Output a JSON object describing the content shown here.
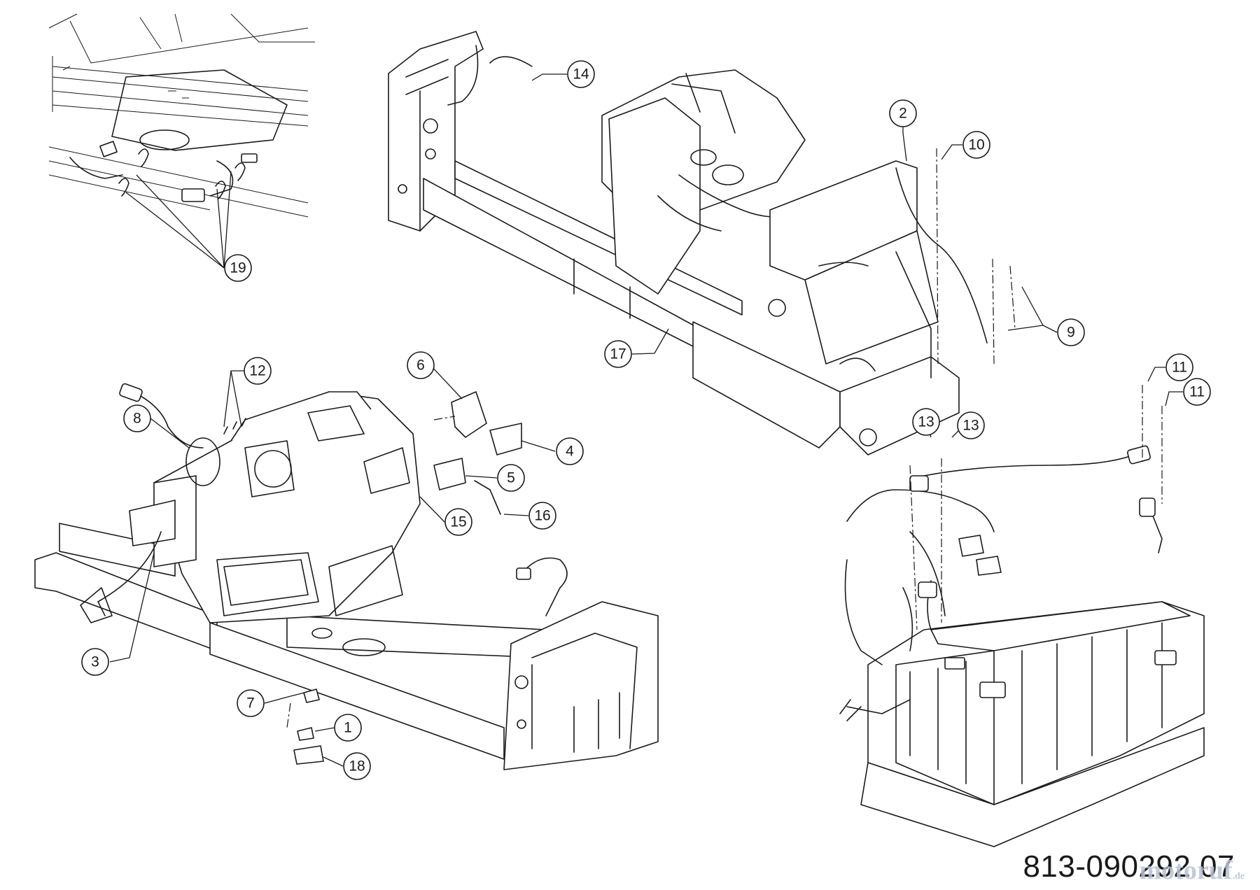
{
  "document": {
    "part_number": "813-090292 07",
    "watermark_text": "motoruf",
    "watermark_suffix": ".de"
  },
  "callouts": [
    {
      "id": "1",
      "label": "1"
    },
    {
      "id": "2",
      "label": "2"
    },
    {
      "id": "3",
      "label": "3"
    },
    {
      "id": "4",
      "label": "4"
    },
    {
      "id": "5",
      "label": "5"
    },
    {
      "id": "6",
      "label": "6"
    },
    {
      "id": "7",
      "label": "7"
    },
    {
      "id": "8",
      "label": "8"
    },
    {
      "id": "9",
      "label": "9"
    },
    {
      "id": "10",
      "label": "10"
    },
    {
      "id": "11a",
      "label": "11"
    },
    {
      "id": "11b",
      "label": "11"
    },
    {
      "id": "12",
      "label": "12"
    },
    {
      "id": "13a",
      "label": "13"
    },
    {
      "id": "13b",
      "label": "13"
    },
    {
      "id": "14",
      "label": "14"
    },
    {
      "id": "15",
      "label": "15"
    },
    {
      "id": "16",
      "label": "16"
    },
    {
      "id": "17",
      "label": "17"
    },
    {
      "id": "18",
      "label": "18"
    },
    {
      "id": "19",
      "label": "19"
    }
  ],
  "colors": {
    "line": "#1a1a1a",
    "background": "#ffffff",
    "watermark": "#b9c3d4"
  }
}
